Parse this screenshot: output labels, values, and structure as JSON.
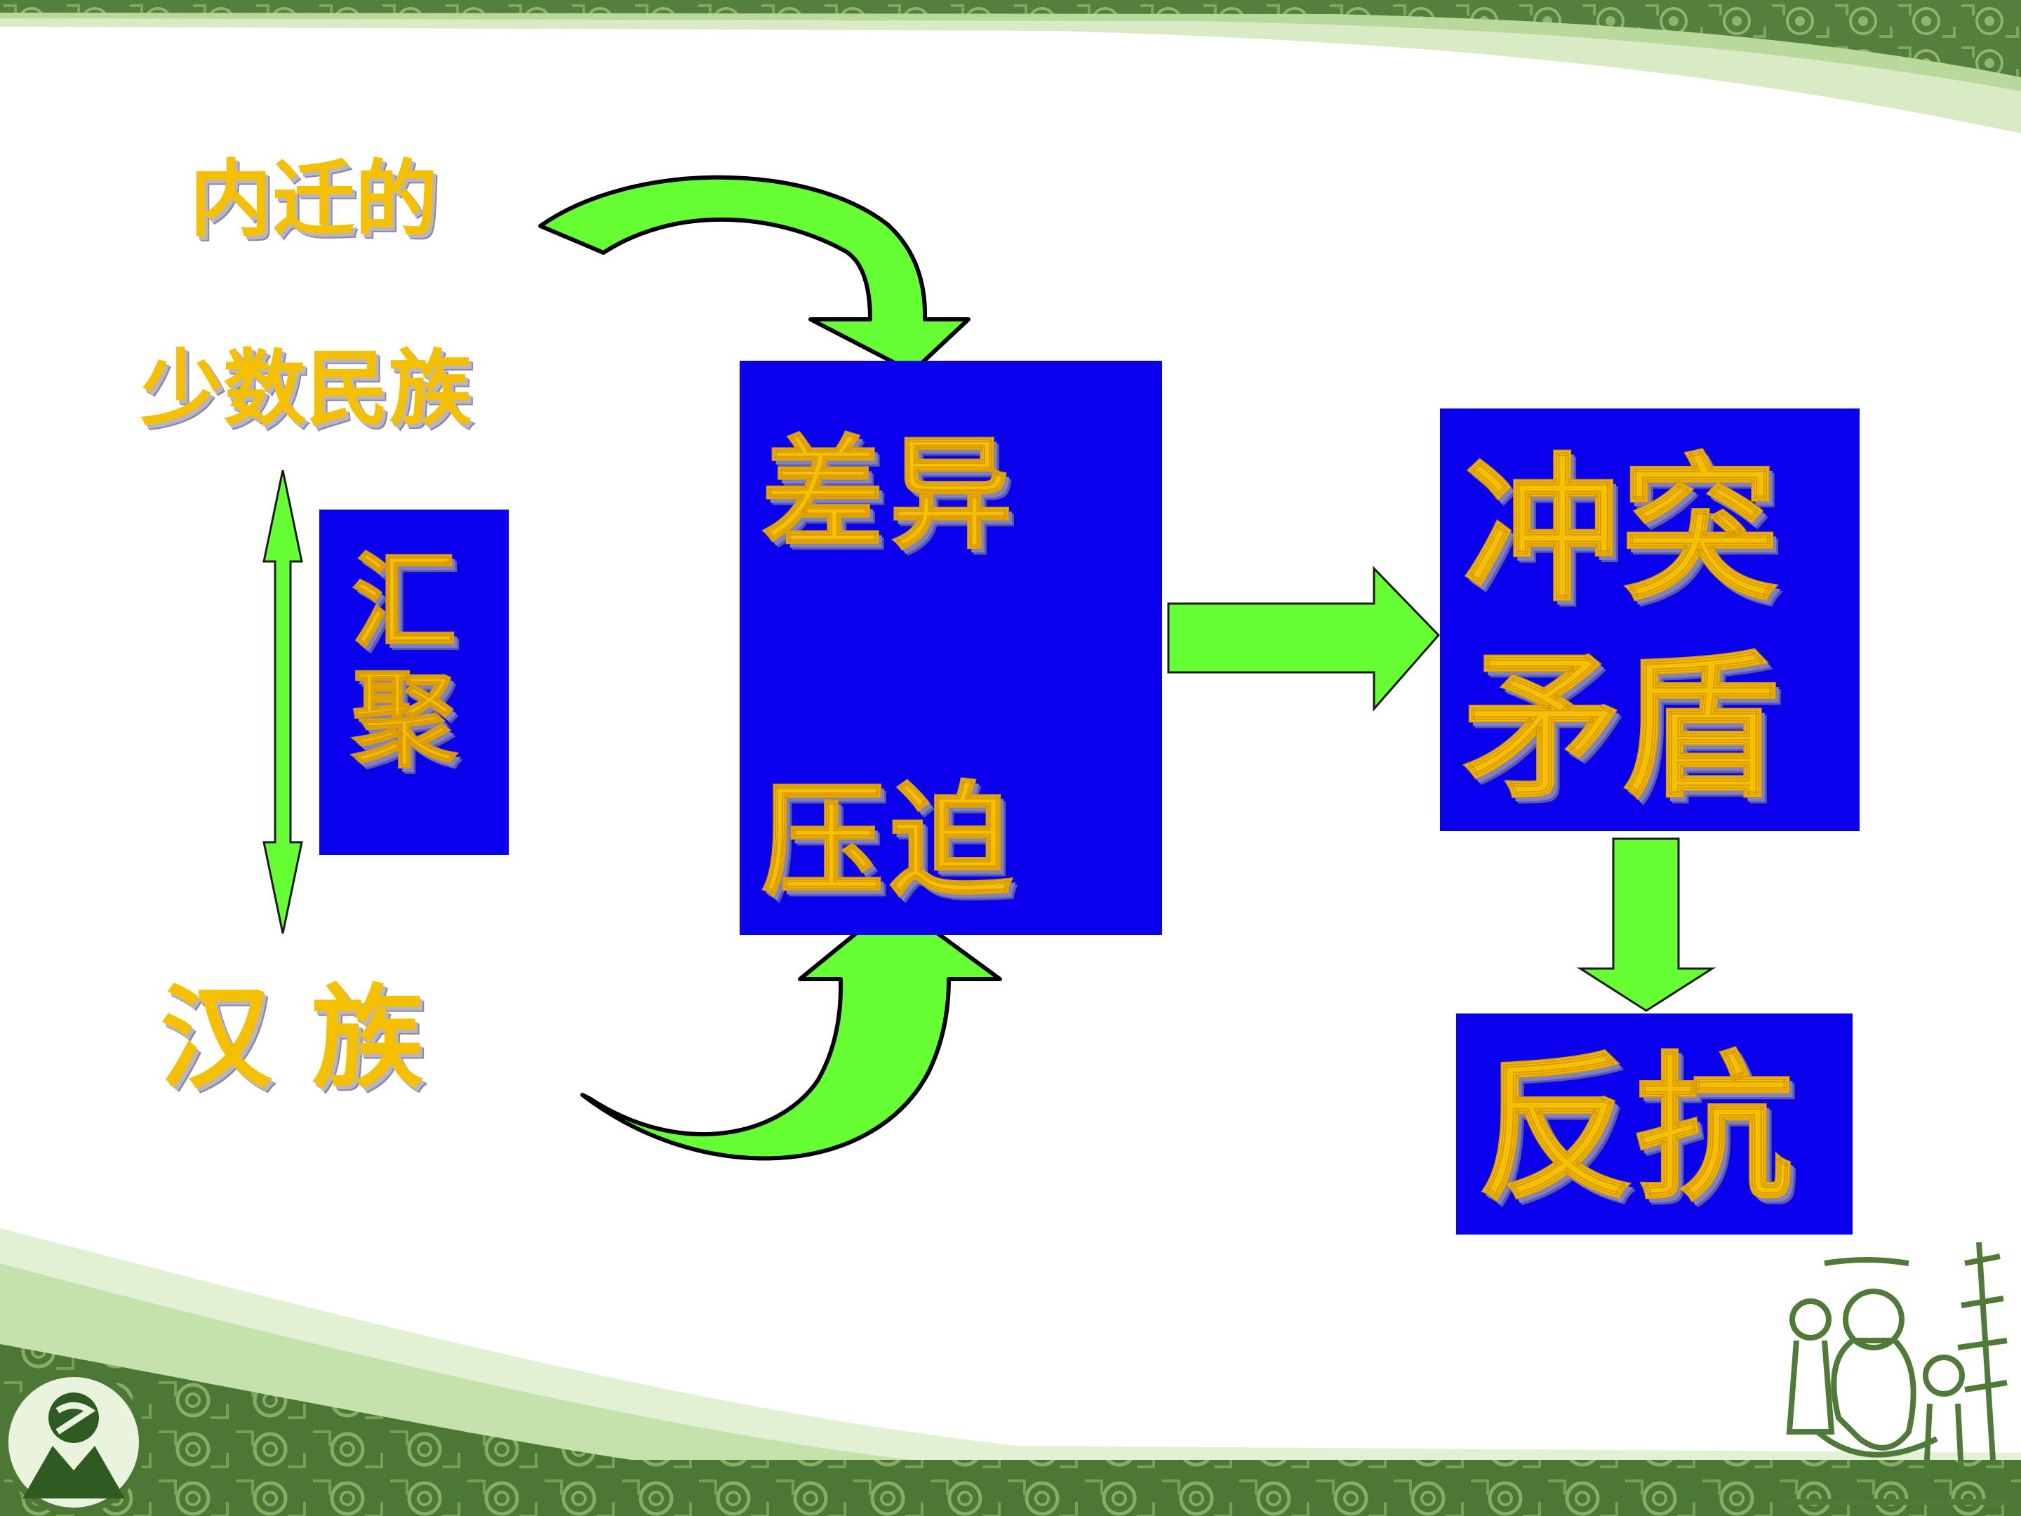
{
  "left": {
    "top_label_line1": "内迁的",
    "top_label_line2": "少数民族",
    "bottom_label": "汉 族",
    "merge_box": "汇聚"
  },
  "center_box": {
    "line1": "差异",
    "line2": "压迫"
  },
  "right_box": {
    "line1": "冲突",
    "line2": "矛盾"
  },
  "result_box": {
    "text": "反抗"
  },
  "colors": {
    "box_fill": "#0a00ee",
    "text": "#f5c000",
    "arrow": "#66ff33",
    "banner": "#4f7a38"
  }
}
